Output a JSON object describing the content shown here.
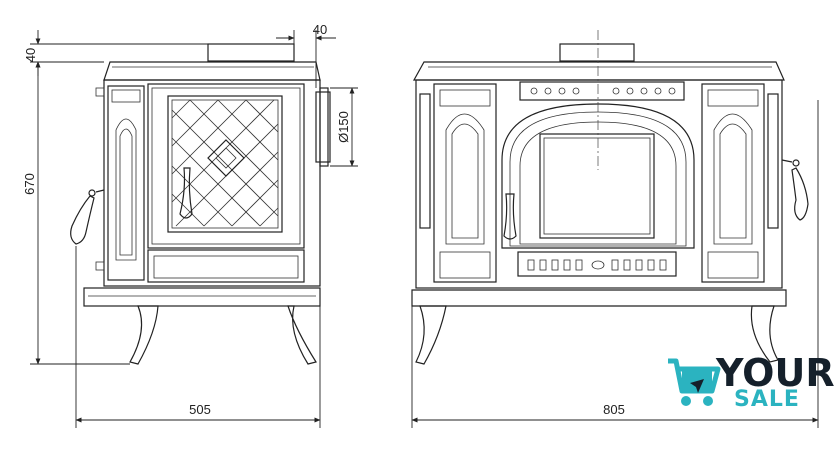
{
  "dimensions": {
    "top_offset": "40",
    "flue_offset": "40",
    "flue_diameter": "Ø150",
    "height": "670",
    "depth": "505",
    "width": "805"
  },
  "brand": {
    "word1": "YOUR",
    "word2": "SALE",
    "color_dark": "#15202b",
    "color_accent": "#2bb3c0",
    "icon": "shopping-cart-icon"
  }
}
